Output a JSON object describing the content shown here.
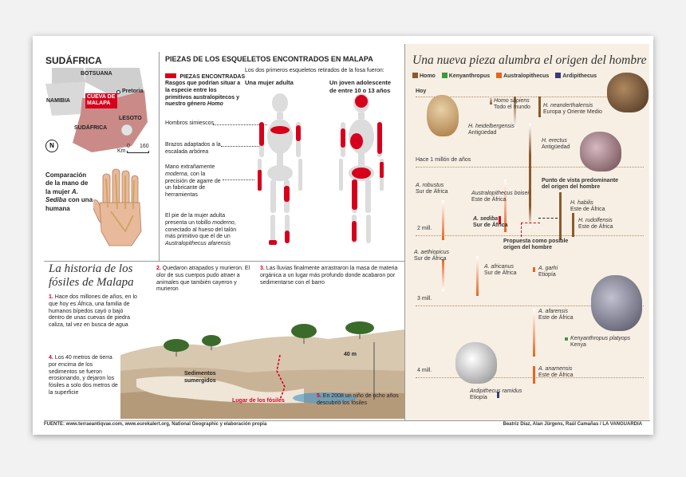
{
  "map": {
    "title": "SUDÁFRICA",
    "botswana": "BOTSUANA",
    "namibia": "NAMIBIA",
    "pretoria": "Pretoria",
    "cave": "CUEVA DE MALAPA",
    "lesotho": "LESOTO",
    "southafrica": "SUDÁFRICA",
    "scale_unit": "Km",
    "scale_0": "0",
    "scale_160": "160",
    "compass": "N"
  },
  "hand": {
    "caption_1": "Comparación de la mano de la mujer",
    "caption_species": "A. Sediba",
    "caption_2": "con una humana"
  },
  "skeletons": {
    "title": "PIEZAS DE LOS ESQUELETOS ENCONTRADOS EN MALAPA",
    "legend": "PIEZAS ENCONTRADAS",
    "intro_1": "Rasgos que podrían situar a la especie entre los primitivos australopitecos y nuestro género",
    "intro_genus": "Homo",
    "retrieved": "Los dos primeros esqueletos retirados de la fosa fueron:",
    "adult": "Una mujer adulta",
    "young": "Un joven adolescente de entre 10 o 13 años",
    "feat_shoulders": "Hombros simiescos",
    "feat_arms": "Brazos adaptados a la escalada arbórea",
    "feat_hand_1": "Mano extrañamente",
    "feat_hand_modern": "moderna",
    "feat_hand_2": ", con la precisión de agarre de un fabricante de herramientas",
    "feat_foot_1": "El pie de la mujer adulta presenta un tobillo",
    "feat_foot_modern": "moderno",
    "feat_foot_2": ", conectado al hueso del talón más primitivo que el de un",
    "feat_foot_species": "Australopithecus afarensis"
  },
  "fossils": {
    "title": "La historia de los fósiles de Malapa",
    "step1_n": "1.",
    "step1": "Hace dos millones de años, en lo que hoy es África, una familia de humanos bípedos cayó o bajó dentro de unas cuevas de piedra caliza, tal vez en busca de agua",
    "step2_n": "2.",
    "step2": "Quedaron atrapados y murieron. El olor de sus cuerpos pudo atraer a animales que también cayeron y murieron",
    "step3_n": "3.",
    "step3": "Las lluvias finalmente arrastraron la masa de materia orgánica a un lugar más profundo donde acabaron por sedimentarse con el barro",
    "step4_n": "4.",
    "step4": "Los 40 metros de tierra por encima de los sedimentos se fueron erosionando, y dejaron los fósiles a solo dos metros de la superficie",
    "step5_n": "5.",
    "step5": "En 2008 un niño de ocho años descubrió los fósiles",
    "depth": "40 m",
    "sediments": "Sedimentos sumergidos",
    "site": "Lugar de los fósiles"
  },
  "timeline": {
    "title": "Una nueva pieza alumbra el origen del hombre",
    "legend": [
      {
        "label": "Homo",
        "color": "#8b5a2b"
      },
      {
        "label": "Kenyanthropus",
        "color": "#3a9b3a"
      },
      {
        "label": "Australopithecus",
        "color": "#e8641e"
      },
      {
        "label": "Ardipithecus",
        "color": "#3a3a7a"
      }
    ],
    "today": "Hoy",
    "mill1": "Hace 1 millón de años",
    "mill2": "2 mill.",
    "mill3": "3 mill.",
    "mill4": "4 mill.",
    "sapiens": "Homo sapiens",
    "sapiens_where": "Todo el mundo",
    "heidel": "H. heidelbergensis",
    "heidel_where": "Antigüedad",
    "neander": "H. neanderthalensis",
    "neander_where": "Europa y Oriente Medio",
    "erectus": "H. erectus",
    "erectus_where": "Antigüedad",
    "viewpoint": "Punto de vista predominante del origen del hombre",
    "habilis": "H. habilis",
    "habilis_where": "Este de África",
    "rudolf": "H. rudolfensis",
    "rudolf_where": "Este de África",
    "robustus": "A. robustus",
    "robustus_where": "Sur de África",
    "boisei": "Australopithecus boisei",
    "boisei_where": "Este de África",
    "sediba": "A. sediba",
    "sediba_where": "Sur de África",
    "proposal": "Propuesta como posible origen del hombre",
    "aethiopicus": "A. aethiopicus",
    "aethiopicus_where": "Sur de África",
    "africanus": "A. africanus",
    "africanus_where": "Sur de África",
    "garhi": "A. garhi",
    "garhi_where": "Etiopía",
    "afarensis": "A. afarensis",
    "afarensis_where": "Este de África",
    "platyops": "Kenyanthropus platyops",
    "platyops_where": "Kenya",
    "anamensis": "A. anamensis",
    "anamensis_where": "Este de África",
    "ramidus": "Ardipithecus ramidus",
    "ramidus_where": "Etiopía"
  },
  "footer": {
    "source": "FUENTE: www.terraeantiqvae.com, www.eurekalert.org, National Geographic y elaboración propia",
    "credits": "Beatriz Díaz, Alan Jürgens, Raúl Camañas / LA VANGUARDIA"
  }
}
